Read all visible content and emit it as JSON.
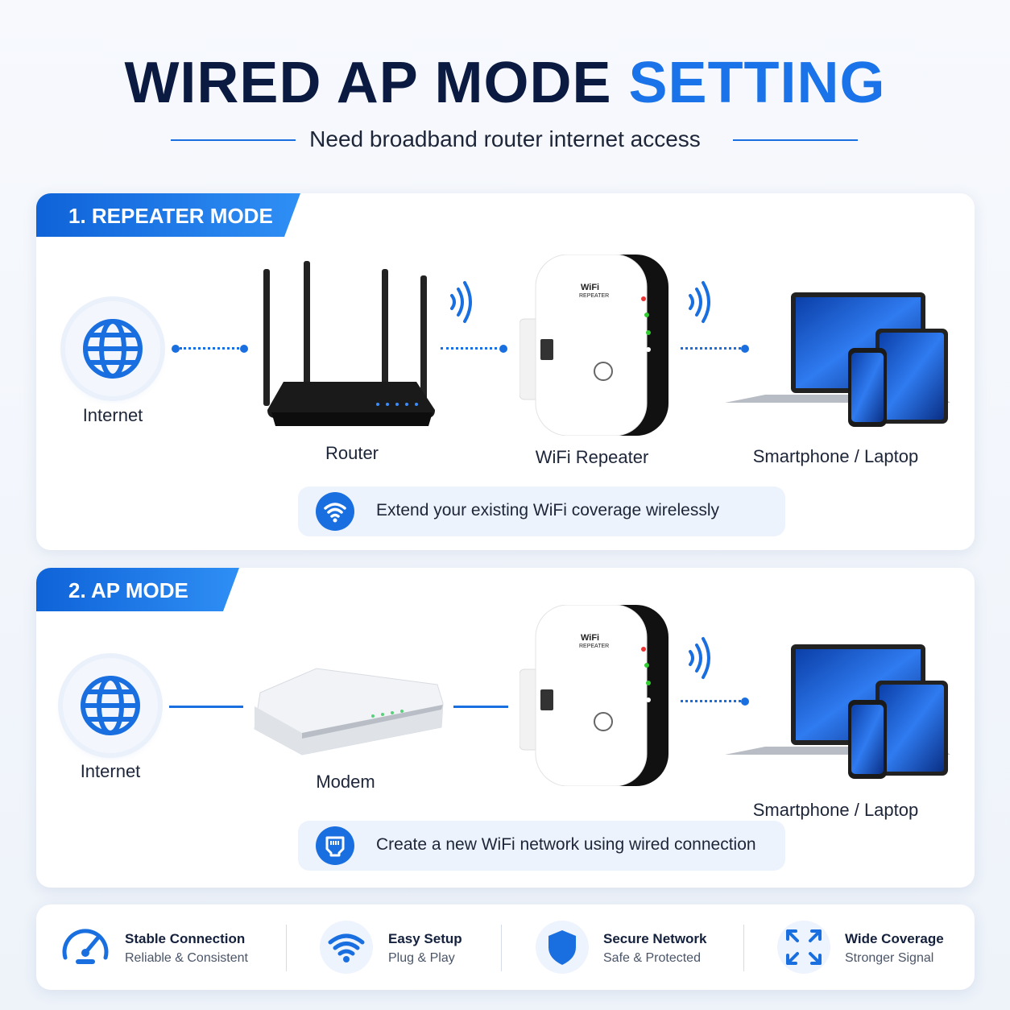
{
  "header": {
    "title_main": "WIRED AP MODE",
    "title_accent": "SETTING",
    "subtitle": "Need broadband router internet access"
  },
  "panel1": {
    "tag": "1. REPEATER MODE",
    "nodes": {
      "internet": "Internet",
      "router": "Router",
      "repeater": "WiFi Repeater",
      "devices": "Smartphone / Laptop"
    },
    "info": "Extend your existing WiFi coverage wirelessly"
  },
  "panel2": {
    "tag": "2. AP MODE",
    "nodes": {
      "internet": "Internet",
      "modem": "Modem",
      "devices": "Smartphone / Laptop"
    },
    "info": "Create a new WiFi network using wired connection"
  },
  "device_print": {
    "brand": "WiFi",
    "model": "REPEATER"
  },
  "features": [
    {
      "title": "Stable Connection",
      "subtitle": "Reliable & Consistent",
      "icon": "speedometer-icon"
    },
    {
      "title": "Easy Setup",
      "subtitle": "Plug & Play",
      "icon": "wifi-icon"
    },
    {
      "title": "Secure Network",
      "subtitle": "Safe & Protected",
      "icon": "shield-icon"
    },
    {
      "title": "Wide Coverage",
      "subtitle": "Stronger Signal",
      "icon": "expand-arrows-icon"
    }
  ],
  "colors": {
    "accent": "#1a73e8",
    "title": "#0b1a40",
    "panel_bg": "#ffffff"
  }
}
